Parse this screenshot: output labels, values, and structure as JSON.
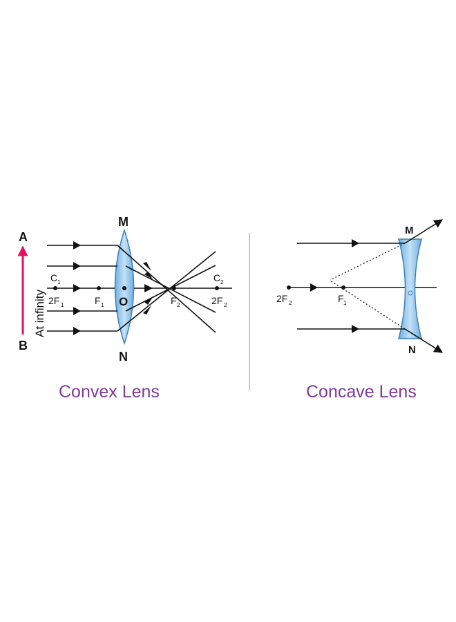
{
  "convex": {
    "caption": "Convex Lens",
    "label_M": "M",
    "label_N": "N",
    "label_O": "O",
    "label_A": "A",
    "label_B": "B",
    "object_text": "At infinity",
    "C1_main": "C",
    "C1_sub": "1",
    "F1_2_main": "2F",
    "F1_2_sub": "1",
    "F1_main": "F",
    "F1_sub": "1",
    "F2_main": "F",
    "F2_sub": "2",
    "C2_main": "C",
    "C2_sub": "2",
    "F2_2_main": "2F",
    "F2_2_sub": "2"
  },
  "concave": {
    "caption": "Concave Lens",
    "label_M": "M",
    "label_N": "N",
    "F2_2_main": "2F",
    "F2_2_sub": "2",
    "F1_main": "F",
    "F1_sub": "1"
  },
  "colors": {
    "lens_fill": "#8fc3ea",
    "lens_stroke": "#3d7fb6",
    "object_arrow": "#e0115f",
    "caption": "#7d3c98",
    "divider": "#c9a8c9"
  }
}
